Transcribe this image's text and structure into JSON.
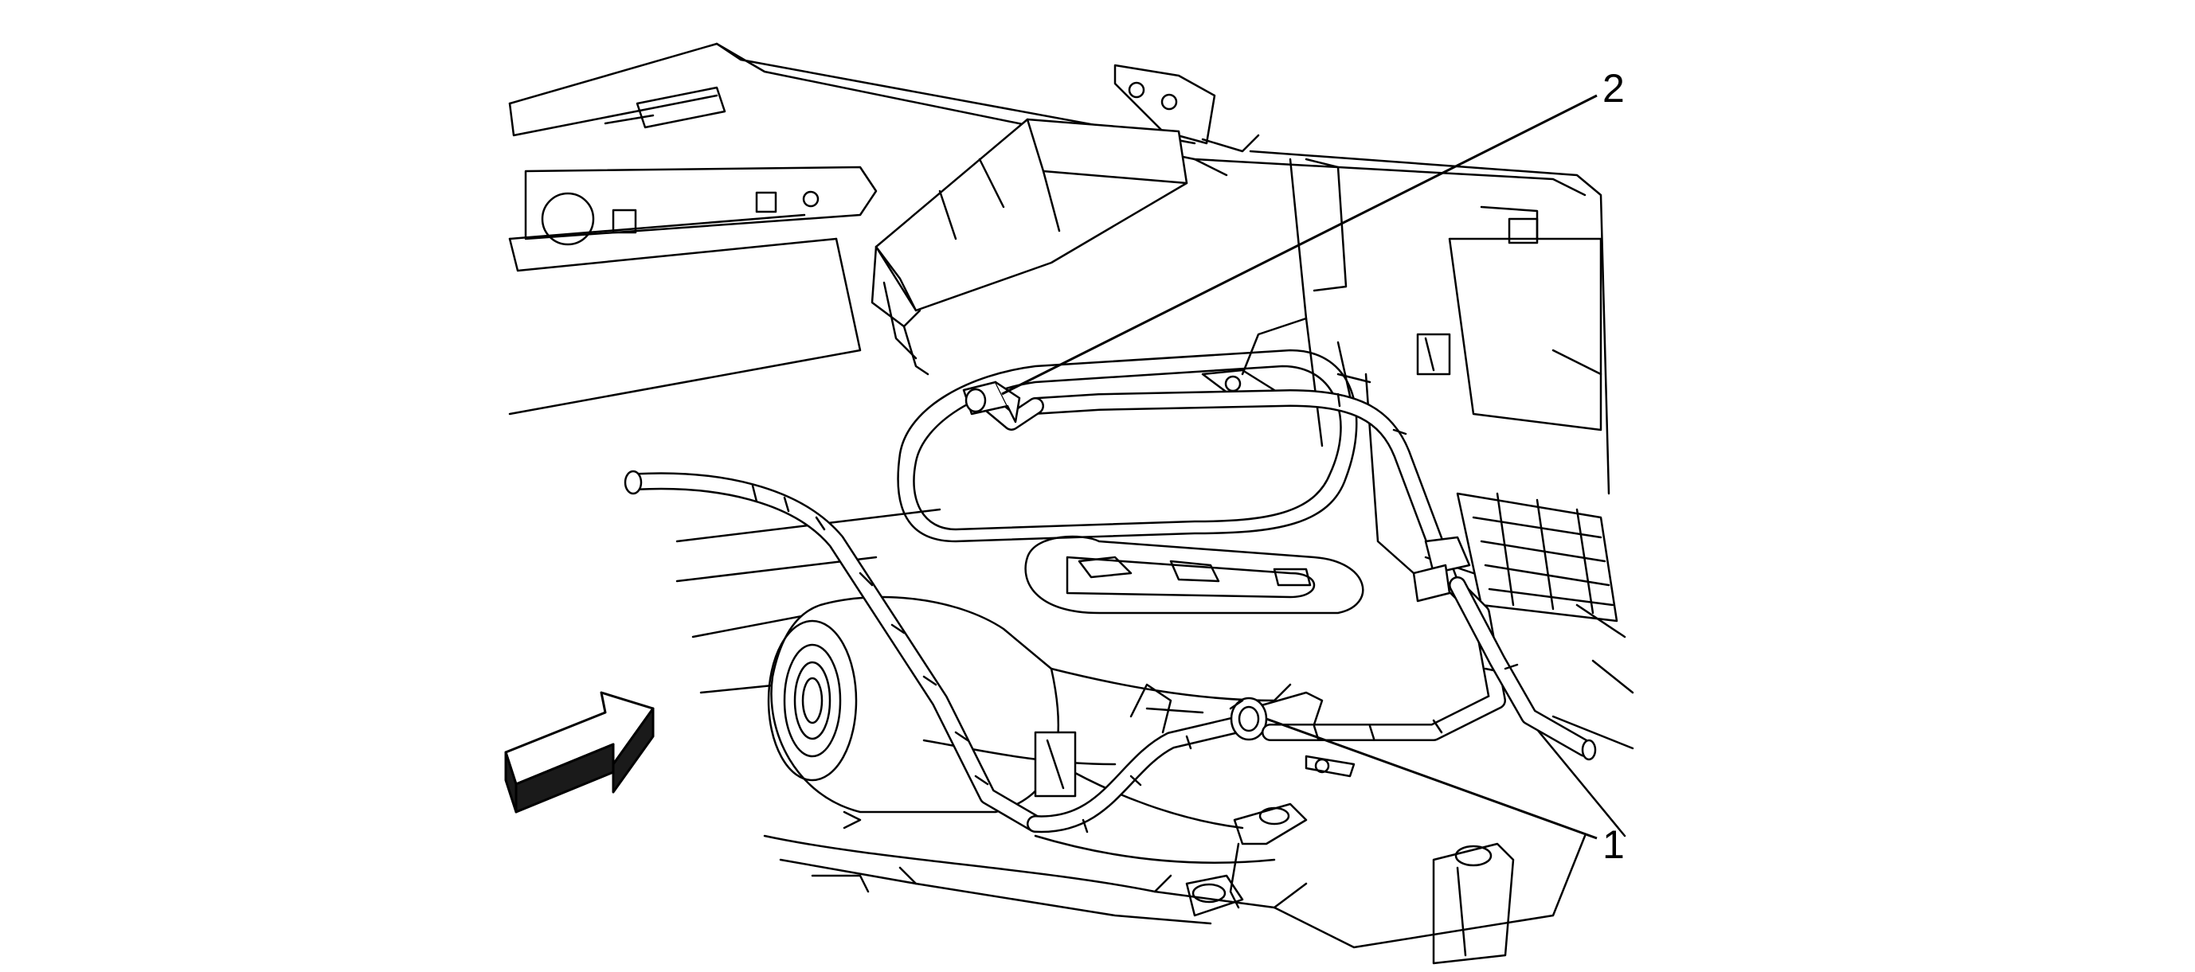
{
  "callouts": [
    {
      "id": "1",
      "label": "1"
    },
    {
      "id": "2",
      "label": "2"
    }
  ],
  "colors": {
    "line": "#000000",
    "fill": "#ffffff",
    "shade": "#e8e8e8",
    "arrow_dark": "#1a1a1a"
  },
  "icons": {
    "view_direction": "view-direction-arrow-icon"
  }
}
